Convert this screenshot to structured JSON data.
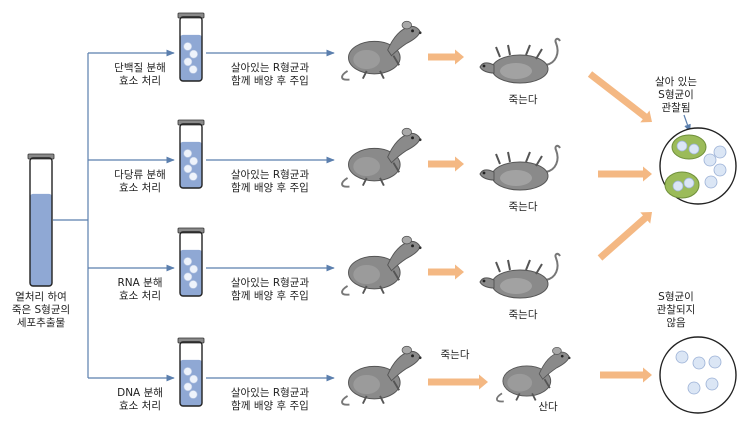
{
  "source": {
    "label_lines": [
      "열처리 하여",
      "죽은 S형균의",
      "세포추출물"
    ]
  },
  "rows": [
    {
      "treatment_lines": [
        "단백질 분해",
        "효소 처리"
      ],
      "inject_lines": [
        "살아있는 R형균과",
        "함께 배양 후 주입"
      ],
      "mid_label": "",
      "result_label": "죽는다",
      "result_state": "dead"
    },
    {
      "treatment_lines": [
        "다당류 분해",
        "효소 처리"
      ],
      "inject_lines": [
        "살아있는 R형균과",
        "함께 배양 후 주입"
      ],
      "mid_label": "",
      "result_label": "죽는다",
      "result_state": "dead"
    },
    {
      "treatment_lines": [
        "RNA 분해",
        "효소 처리"
      ],
      "inject_lines": [
        "살아있는 R형균과",
        "함께 배양 후 주입"
      ],
      "mid_label": "",
      "result_label": "죽는다",
      "result_state": "dead"
    },
    {
      "treatment_lines": [
        "DNA 분해",
        "효소 처리"
      ],
      "inject_lines": [
        "살아있는 R형균과",
        "함께 배양 후 주입"
      ],
      "mid_label": "죽는다",
      "result_label": "산다",
      "result_state": "alive"
    }
  ],
  "observations": {
    "s_observed_lines": [
      "살아 있는",
      "S형균이",
      "관찰됨"
    ],
    "s_not_observed_lines": [
      "S형균이",
      "관찰되지",
      "않음"
    ]
  },
  "colors": {
    "line_blue": "#5b7fae",
    "tube_liquid": "#8fa8d4",
    "arrow_orange": "#f4b883",
    "s_cell_green": "#9bbb59",
    "r_cell_blue": "#dbe6f5",
    "mouse_gray": "#8a8a8a"
  }
}
